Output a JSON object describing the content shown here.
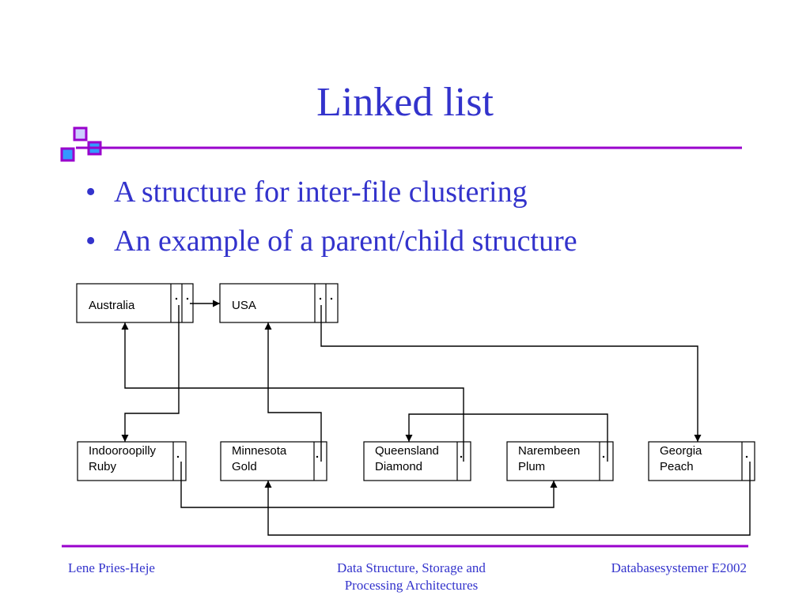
{
  "slide": {
    "title": "Linked list",
    "bullets": [
      "A structure for inter-file clustering",
      "An example of a parent/child structure"
    ],
    "bullet_symbol": "•",
    "accent_color": "#9900cc",
    "text_color": "#3333cc"
  },
  "diagram": {
    "parents": [
      {
        "id": "australia",
        "label": "Australia"
      },
      {
        "id": "usa",
        "label": "USA"
      }
    ],
    "children": [
      {
        "id": "indooroopilly-ruby",
        "line1": "Indooroopilly",
        "line2": "Ruby"
      },
      {
        "id": "minnesota-gold",
        "line1": "Minnesota",
        "line2": "Gold"
      },
      {
        "id": "queensland-diamond",
        "line1": "Queensland",
        "line2": "Diamond"
      },
      {
        "id": "narembeen-plum",
        "line1": "Narembeen",
        "line2": "Plum"
      },
      {
        "id": "georgia-peach",
        "line1": "Georgia",
        "line2": "Peach"
      }
    ],
    "links": [
      {
        "from": "australia",
        "to": "usa",
        "kind": "parent-next"
      },
      {
        "from": "australia",
        "to": "indooroopilly-ruby",
        "kind": "first-child"
      },
      {
        "from": "usa",
        "to": "georgia-peach",
        "kind": "first-child"
      },
      {
        "from": "indooroopilly-ruby",
        "to": "narembeen-plum",
        "kind": "next-child"
      },
      {
        "from": "narembeen-plum",
        "to": "queensland-diamond",
        "kind": "next-child"
      },
      {
        "from": "queensland-diamond",
        "to": "australia",
        "kind": "back-to-parent"
      },
      {
        "from": "georgia-peach",
        "to": "minnesota-gold",
        "kind": "next-child"
      },
      {
        "from": "minnesota-gold",
        "to": "usa",
        "kind": "back-to-parent"
      }
    ]
  },
  "footer": {
    "left": "Lene Pries-Heje",
    "center_line1": "Data Structure, Storage and",
    "center_line2": "Processing Architectures",
    "right": "Databasesystemer E2002"
  }
}
